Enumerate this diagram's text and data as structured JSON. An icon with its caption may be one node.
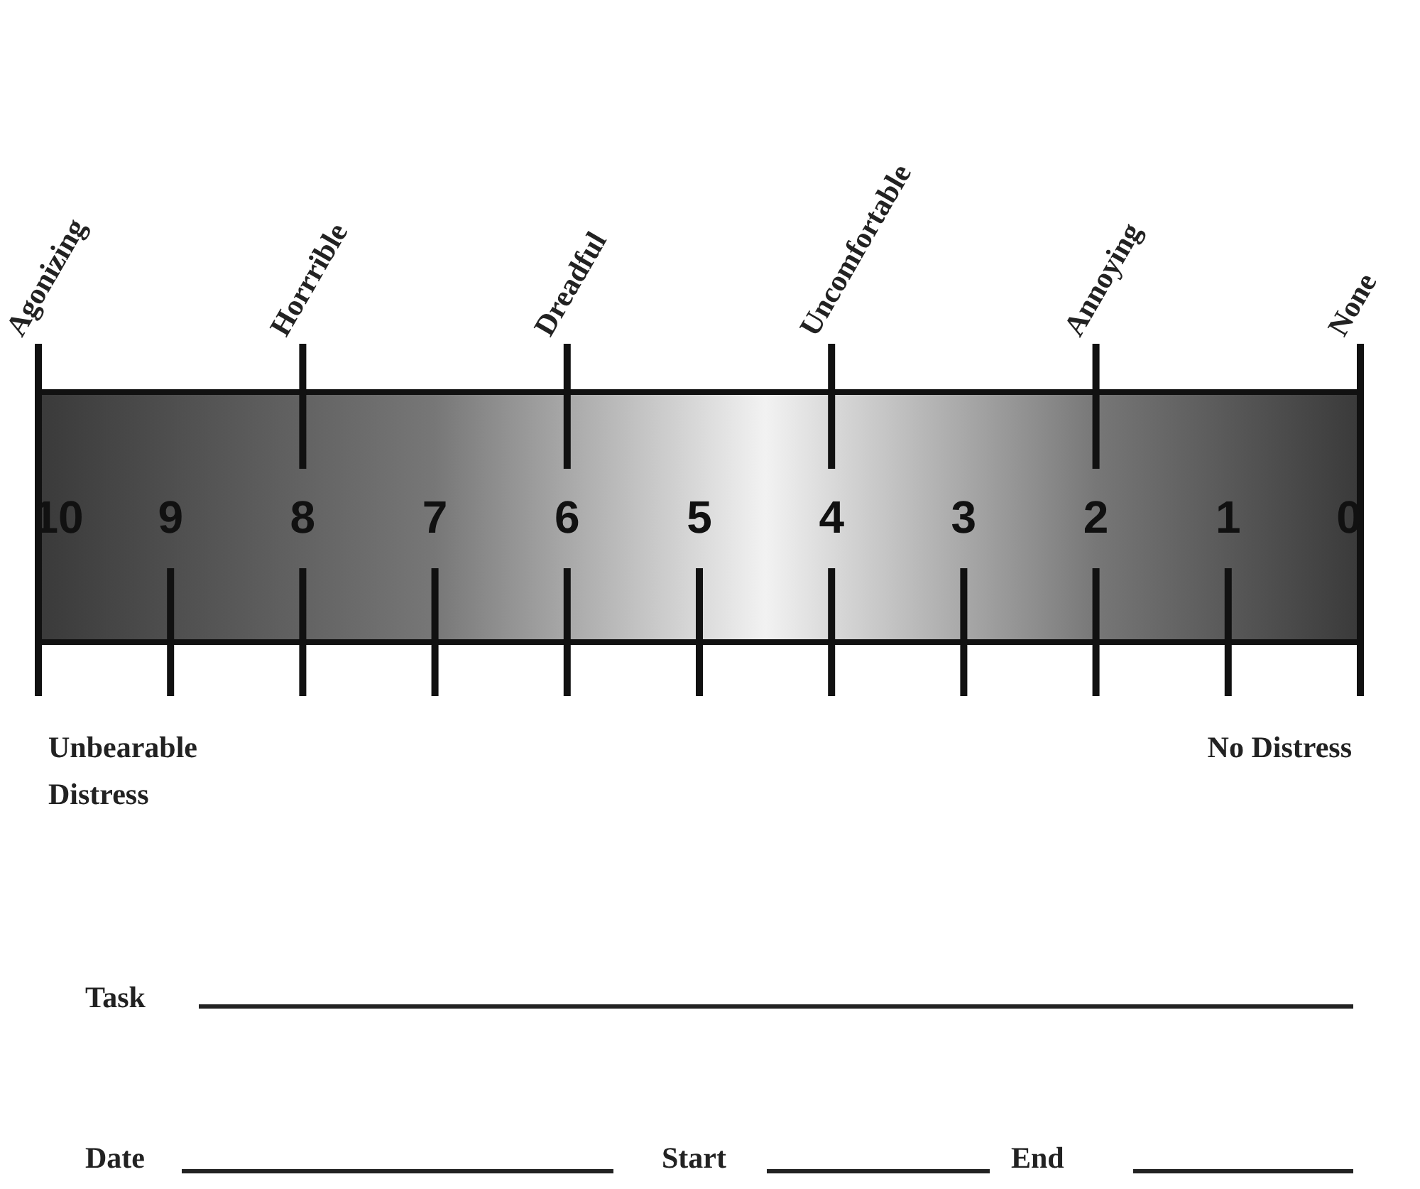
{
  "diagram": {
    "labels": [
      "Agonizing",
      "Horrrible",
      "Dreadful",
      "Uncomfortable",
      "Annoying",
      "None",
      "10",
      "9",
      "8",
      "7",
      "6",
      "5",
      "4",
      "3",
      "2",
      "1",
      "0",
      "Unbearable Distress",
      "No Distress",
      "Task",
      "Date",
      "Start",
      "End"
    ]
  }
}
